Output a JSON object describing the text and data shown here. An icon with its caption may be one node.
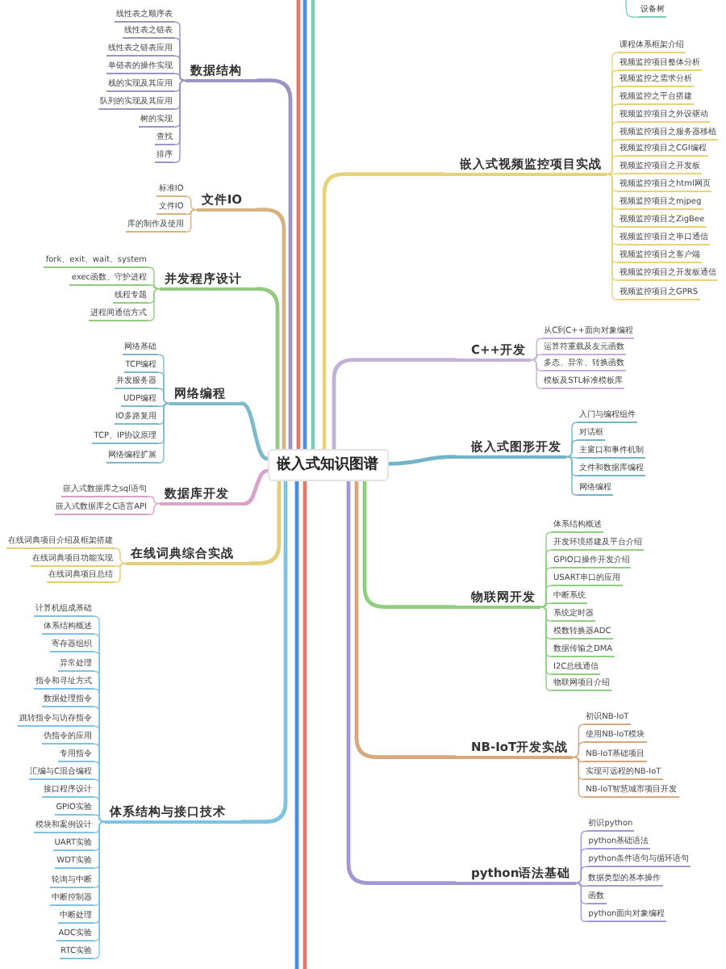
{
  "diagram": {
    "nodes": [
      {
        "text": [
          "嵌入式知识图谱"
        ]
      },
      {
        "text": [
          "数据结构"
        ]
      },
      {
        "text": [
          "线性表之顺序表"
        ]
      },
      {
        "text": [
          "线性表之链表"
        ]
      },
      {
        "text": [
          "线性表之链表应用"
        ]
      },
      {
        "text": [
          "单链表的操作实现"
        ]
      },
      {
        "text": [
          "栈的实现及其应用"
        ]
      },
      {
        "text": [
          "队列的实现及其应用"
        ]
      },
      {
        "text": [
          "树的实现"
        ]
      },
      {
        "text": [
          "查找"
        ]
      },
      {
        "text": [
          "排序"
        ]
      },
      {
        "text": [
          "文件IO"
        ]
      },
      {
        "text": [
          "标准IO"
        ]
      },
      {
        "text": [
          "文件IO"
        ]
      },
      {
        "text": [
          "库的制作及使用"
        ]
      },
      {
        "text": [
          "并发程序设计"
        ]
      },
      {
        "text": [
          "fork、exit、wait、system"
        ]
      },
      {
        "text": [
          "exec函数、守护进程"
        ]
      },
      {
        "text": [
          "线程专题"
        ]
      },
      {
        "text": [
          "进程间通信方式"
        ]
      },
      {
        "text": [
          "网络编程"
        ]
      },
      {
        "text": [
          "网络基础"
        ]
      },
      {
        "text": [
          "TCP编程"
        ]
      },
      {
        "text": [
          "并发服务器"
        ]
      },
      {
        "text": [
          "UDP编程"
        ]
      },
      {
        "text": [
          "IO多路复用"
        ]
      },
      {
        "text": [
          "TCP、IP协议原理"
        ]
      },
      {
        "text": [
          "网络编程扩展"
        ]
      },
      {
        "text": [
          "数据库开发"
        ]
      },
      {
        "text": [
          "嵌入式数据库之sql语句"
        ]
      },
      {
        "text": [
          "嵌入式数据库之C语言API"
        ]
      },
      {
        "text": [
          "在线词典综合实战"
        ]
      },
      {
        "text": [
          "在线词典项目介绍及框架搭建"
        ]
      },
      {
        "text": [
          "在线词典项目功能实现"
        ]
      },
      {
        "text": [
          "在线词典项目总结"
        ]
      },
      {
        "text": [
          "体系结构与接口技术"
        ]
      },
      {
        "text": [
          "计算机组成基础"
        ]
      },
      {
        "text": [
          "体系结构概述"
        ]
      },
      {
        "text": [
          "寄存器组织"
        ]
      },
      {
        "text": [
          "异常处理"
        ]
      },
      {
        "text": [
          "指令和寻址方式"
        ]
      },
      {
        "text": [
          "数据处理指令"
        ]
      },
      {
        "text": [
          "跳转指令与访存指令"
        ]
      },
      {
        "text": [
          "伪指令的应用"
        ]
      },
      {
        "text": [
          "专用指令"
        ]
      },
      {
        "text": [
          "汇编与C混合编程"
        ]
      },
      {
        "text": [
          "接口程序设计"
        ]
      },
      {
        "text": [
          "GPIO实验"
        ]
      },
      {
        "text": [
          "模块和案例设计"
        ]
      },
      {
        "text": [
          "UART实验"
        ]
      },
      {
        "text": [
          "WDT实验"
        ]
      },
      {
        "text": [
          "轮询与中断"
        ]
      },
      {
        "text": [
          "中断控制器"
        ]
      },
      {
        "text": [
          "中断处理"
        ]
      },
      {
        "text": [
          "ADC实验"
        ]
      },
      {
        "text": [
          "RTC实验"
        ]
      },
      {
        "text": [
          "嵌入式视频监控项目实战"
        ]
      },
      {
        "text": [
          "课程体系框架介绍"
        ]
      },
      {
        "text": [
          "视频监控项目整体分析"
        ]
      },
      {
        "text": [
          "视频监控之需求分析"
        ]
      },
      {
        "text": [
          "视频监控之平台搭建"
        ]
      },
      {
        "text": [
          "视频监控项目之外设驱动"
        ]
      },
      {
        "text": [
          "视频监控项目之服务器移植"
        ]
      },
      {
        "text": [
          "视频监控项目之CGI编程"
        ]
      },
      {
        "text": [
          "视频监控项目之开发板"
        ]
      },
      {
        "text": [
          "视频监控项目之html网页"
        ]
      },
      {
        "text": [
          "视频监控项目之mjpeg"
        ]
      },
      {
        "text": [
          "视频监控项目之ZigBee"
        ]
      },
      {
        "text": [
          "视频监控项目之串口通信"
        ]
      },
      {
        "text": [
          "视频监控项目之客户端"
        ]
      },
      {
        "text": [
          "视频监控项目之开发板通信"
        ]
      },
      {
        "text": [
          "视频监控项目之GPRS"
        ]
      },
      {
        "text": [
          "C++开发"
        ]
      },
      {
        "text": [
          "从C到C++面向对象编程"
        ]
      },
      {
        "text": [
          "运算符重载及友元函数"
        ]
      },
      {
        "text": [
          "多态、异常、转换函数"
        ]
      },
      {
        "text": [
          "模板及STL标准模板库"
        ]
      },
      {
        "text": [
          "嵌入式图形开发"
        ]
      },
      {
        "text": [
          "入门与编程组件"
        ]
      },
      {
        "text": [
          "对话框"
        ]
      },
      {
        "text": [
          "主窗口和事件机制"
        ]
      },
      {
        "text": [
          "文件和数据库编程"
        ]
      },
      {
        "text": [
          "网络编程"
        ]
      },
      {
        "text": [
          "物联网开发"
        ]
      },
      {
        "text": [
          "体系结构概述"
        ]
      },
      {
        "text": [
          "开发环境搭建及平台介绍"
        ]
      },
      {
        "text": [
          "GPIO口操作开发介绍"
        ]
      },
      {
        "text": [
          "USART串口的应用"
        ]
      },
      {
        "text": [
          "中断系统"
        ]
      },
      {
        "text": [
          "系统定时器"
        ]
      },
      {
        "text": [
          "模数转换器ADC"
        ]
      },
      {
        "text": [
          "数据传输之DMA"
        ]
      },
      {
        "text": [
          "I2C总线通信"
        ]
      },
      {
        "text": [
          "物联网项目介绍"
        ]
      },
      {
        "text": [
          "NB-IoT开发实战"
        ]
      },
      {
        "text": [
          "初识NB-IoT"
        ]
      },
      {
        "text": [
          "使用NB-IoT模块"
        ]
      },
      {
        "text": [
          "NB-IoT基础项目"
        ]
      },
      {
        "text": [
          "实现可远程的NB-IoT"
        ]
      },
      {
        "text": [
          "NB-IoT智慧城市项目开发"
        ]
      },
      {
        "text": [
          "python语法基础"
        ]
      },
      {
        "text": [
          "初识python"
        ]
      },
      {
        "text": [
          "python基础语法"
        ]
      },
      {
        "text": [
          "python条件语句与循环语句"
        ]
      },
      {
        "text": [
          "数据类型的基本操作"
        ]
      },
      {
        "text": [
          "函数"
        ]
      },
      {
        "text": [
          "python面向对象编程"
        ]
      },
      {
        "text": [
          "设备树"
        ]
      }
    ],
    "edges": [
      {
        "from": 0,
        "to": 1,
        "arrow": "none",
        "style": "thick",
        "color": "#9d93c4"
      },
      {
        "from": 0,
        "to": 11,
        "arrow": "none",
        "style": "thick",
        "color": "#d8b382"
      },
      {
        "from": 0,
        "to": 15,
        "arrow": "none",
        "style": "thick",
        "color": "#93c981"
      },
      {
        "from": 0,
        "to": 20,
        "arrow": "none",
        "style": "thick",
        "color": "#7db8cc"
      },
      {
        "from": 0,
        "to": 28,
        "arrow": "none",
        "style": "thick",
        "color": "#d9a3c9"
      },
      {
        "from": 0,
        "to": 31,
        "arrow": "none",
        "style": "thick",
        "color": "#e3cf78"
      },
      {
        "from": 0,
        "to": 35,
        "arrow": "none",
        "style": "thick",
        "color": "#7ec4e2"
      },
      {
        "from": 0,
        "to": 56,
        "arrow": "none",
        "style": "thick",
        "color": "#e6d47c"
      },
      {
        "from": 0,
        "to": 72,
        "arrow": "none",
        "style": "thick",
        "color": "#c3b1d8"
      },
      {
        "from": 0,
        "to": 77,
        "arrow": "none",
        "style": "thick",
        "color": "#72b5ca"
      },
      {
        "from": 0,
        "to": 83,
        "arrow": "none",
        "style": "thick",
        "color": "#8ecf80"
      },
      {
        "from": 0,
        "to": 94,
        "arrow": "none",
        "style": "thick",
        "color": "#d8a77c"
      },
      {
        "from": 0,
        "to": 100,
        "arrow": "none",
        "style": "thick",
        "color": "#a497d3"
      },
      {
        "from": 1,
        "to": 2,
        "arrow": "none",
        "color": "#9d93c4"
      },
      {
        "from": 1,
        "to": 3,
        "arrow": "none",
        "color": "#9d93c4"
      },
      {
        "from": 1,
        "to": 4,
        "arrow": "none",
        "color": "#9d93c4"
      },
      {
        "from": 1,
        "to": 5,
        "arrow": "none",
        "color": "#9d93c4"
      },
      {
        "from": 1,
        "to": 6,
        "arrow": "none",
        "color": "#9d93c4"
      },
      {
        "from": 1,
        "to": 7,
        "arrow": "none",
        "color": "#9d93c4"
      },
      {
        "from": 1,
        "to": 8,
        "arrow": "none",
        "color": "#9d93c4"
      },
      {
        "from": 1,
        "to": 9,
        "arrow": "none",
        "color": "#9d93c4"
      },
      {
        "from": 1,
        "to": 10,
        "arrow": "none",
        "color": "#9d93c4"
      },
      {
        "from": 11,
        "to": 12,
        "arrow": "none",
        "color": "#d8b382"
      },
      {
        "from": 11,
        "to": 13,
        "arrow": "none",
        "color": "#d8b382"
      },
      {
        "from": 11,
        "to": 14,
        "arrow": "none",
        "color": "#d8b382"
      },
      {
        "from": 15,
        "to": 16,
        "arrow": "none",
        "color": "#93c981"
      },
      {
        "from": 15,
        "to": 17,
        "arrow": "none",
        "color": "#93c981"
      },
      {
        "from": 15,
        "to": 18,
        "arrow": "none",
        "color": "#93c981"
      },
      {
        "from": 15,
        "to": 19,
        "arrow": "none",
        "color": "#93c981"
      },
      {
        "from": 20,
        "to": 21,
        "arrow": "none",
        "color": "#7db8cc"
      },
      {
        "from": 20,
        "to": 22,
        "arrow": "none",
        "color": "#7db8cc"
      },
      {
        "from": 20,
        "to": 23,
        "arrow": "none",
        "color": "#7db8cc"
      },
      {
        "from": 20,
        "to": 24,
        "arrow": "none",
        "color": "#7db8cc"
      },
      {
        "from": 20,
        "to": 25,
        "arrow": "none",
        "color": "#7db8cc"
      },
      {
        "from": 20,
        "to": 26,
        "arrow": "none",
        "color": "#7db8cc"
      },
      {
        "from": 20,
        "to": 27,
        "arrow": "none",
        "color": "#7db8cc"
      },
      {
        "from": 28,
        "to": 29,
        "arrow": "none",
        "color": "#d9a3c9"
      },
      {
        "from": 28,
        "to": 30,
        "arrow": "none",
        "color": "#d9a3c9"
      },
      {
        "from": 31,
        "to": 32,
        "arrow": "none",
        "color": "#e3cf78"
      },
      {
        "from": 31,
        "to": 33,
        "arrow": "none",
        "color": "#e3cf78"
      },
      {
        "from": 31,
        "to": 34,
        "arrow": "none",
        "color": "#e3cf78"
      },
      {
        "from": 35,
        "to": 36,
        "arrow": "none",
        "color": "#7ec4e2"
      },
      {
        "from": 35,
        "to": 37,
        "arrow": "none",
        "color": "#7ec4e2"
      },
      {
        "from": 35,
        "to": 38,
        "arrow": "none",
        "color": "#7ec4e2"
      },
      {
        "from": 35,
        "to": 39,
        "arrow": "none",
        "color": "#7ec4e2"
      },
      {
        "from": 35,
        "to": 40,
        "arrow": "none",
        "color": "#7ec4e2"
      },
      {
        "from": 35,
        "to": 41,
        "arrow": "none",
        "color": "#7ec4e2"
      },
      {
        "from": 35,
        "to": 42,
        "arrow": "none",
        "color": "#7ec4e2"
      },
      {
        "from": 35,
        "to": 43,
        "arrow": "none",
        "color": "#7ec4e2"
      },
      {
        "from": 35,
        "to": 44,
        "arrow": "none",
        "color": "#7ec4e2"
      },
      {
        "from": 35,
        "to": 45,
        "arrow": "none",
        "color": "#7ec4e2"
      },
      {
        "from": 35,
        "to": 46,
        "arrow": "none",
        "color": "#7ec4e2"
      },
      {
        "from": 35,
        "to": 47,
        "arrow": "none",
        "color": "#7ec4e2"
      },
      {
        "from": 35,
        "to": 48,
        "arrow": "none",
        "color": "#7ec4e2"
      },
      {
        "from": 35,
        "to": 49,
        "arrow": "none",
        "color": "#7ec4e2"
      },
      {
        "from": 35,
        "to": 50,
        "arrow": "none",
        "color": "#7ec4e2"
      },
      {
        "from": 35,
        "to": 51,
        "arrow": "none",
        "color": "#7ec4e2"
      },
      {
        "from": 35,
        "to": 52,
        "arrow": "none",
        "color": "#7ec4e2"
      },
      {
        "from": 35,
        "to": 53,
        "arrow": "none",
        "color": "#7ec4e2"
      },
      {
        "from": 35,
        "to": 54,
        "arrow": "none",
        "color": "#7ec4e2"
      },
      {
        "from": 35,
        "to": 55,
        "arrow": "none",
        "color": "#7ec4e2"
      },
      {
        "from": 56,
        "to": 57,
        "arrow": "none",
        "color": "#e6d47c"
      },
      {
        "from": 56,
        "to": 58,
        "arrow": "none",
        "color": "#e6d47c"
      },
      {
        "from": 56,
        "to": 59,
        "arrow": "none",
        "color": "#e6d47c"
      },
      {
        "from": 56,
        "to": 60,
        "arrow": "none",
        "color": "#e6d47c"
      },
      {
        "from": 56,
        "to": 61,
        "arrow": "none",
        "color": "#e6d47c"
      },
      {
        "from": 56,
        "to": 62,
        "arrow": "none",
        "color": "#e6d47c"
      },
      {
        "from": 56,
        "to": 63,
        "arrow": "none",
        "color": "#e6d47c"
      },
      {
        "from": 56,
        "to": 64,
        "arrow": "none",
        "color": "#e6d47c"
      },
      {
        "from": 56,
        "to": 65,
        "arrow": "none",
        "color": "#e6d47c"
      },
      {
        "from": 56,
        "to": 66,
        "arrow": "none",
        "color": "#e6d47c"
      },
      {
        "from": 56,
        "to": 67,
        "arrow": "none",
        "color": "#e6d47c"
      },
      {
        "from": 56,
        "to": 68,
        "arrow": "none",
        "color": "#e6d47c"
      },
      {
        "from": 56,
        "to": 69,
        "arrow": "none",
        "color": "#e6d47c"
      },
      {
        "from": 56,
        "to": 70,
        "arrow": "none",
        "color": "#e6d47c"
      },
      {
        "from": 56,
        "to": 71,
        "arrow": "none",
        "color": "#e6d47c"
      },
      {
        "from": 72,
        "to": 73,
        "arrow": "none",
        "color": "#c3b1d8"
      },
      {
        "from": 72,
        "to": 74,
        "arrow": "none",
        "color": "#c3b1d8"
      },
      {
        "from": 72,
        "to": 75,
        "arrow": "none",
        "color": "#c3b1d8"
      },
      {
        "from": 72,
        "to": 76,
        "arrow": "none",
        "color": "#c3b1d8"
      },
      {
        "from": 77,
        "to": 78,
        "arrow": "none",
        "color": "#72b5ca"
      },
      {
        "from": 77,
        "to": 79,
        "arrow": "none",
        "color": "#72b5ca"
      },
      {
        "from": 77,
        "to": 80,
        "arrow": "none",
        "color": "#72b5ca"
      },
      {
        "from": 77,
        "to": 81,
        "arrow": "none",
        "color": "#72b5ca"
      },
      {
        "from": 77,
        "to": 82,
        "arrow": "none",
        "color": "#72b5ca"
      },
      {
        "from": 83,
        "to": 84,
        "arrow": "none",
        "color": "#8ecf80"
      },
      {
        "from": 83,
        "to": 85,
        "arrow": "none",
        "color": "#8ecf80"
      },
      {
        "from": 83,
        "to": 86,
        "arrow": "none",
        "color": "#8ecf80"
      },
      {
        "from": 83,
        "to": 87,
        "arrow": "none",
        "color": "#8ecf80"
      },
      {
        "from": 83,
        "to": 88,
        "arrow": "none",
        "color": "#8ecf80"
      },
      {
        "from": 83,
        "to": 89,
        "arrow": "none",
        "color": "#8ecf80"
      },
      {
        "from": 83,
        "to": 90,
        "arrow": "none",
        "color": "#8ecf80"
      },
      {
        "from": 83,
        "to": 91,
        "arrow": "none",
        "color": "#8ecf80"
      },
      {
        "from": 83,
        "to": 92,
        "arrow": "none",
        "color": "#8ecf80"
      },
      {
        "from": 83,
        "to": 93,
        "arrow": "none",
        "color": "#8ecf80"
      },
      {
        "from": 94,
        "to": 95,
        "arrow": "none",
        "color": "#d8a77c"
      },
      {
        "from": 94,
        "to": 96,
        "arrow": "none",
        "color": "#d8a77c"
      },
      {
        "from": 94,
        "to": 97,
        "arrow": "none",
        "color": "#d8a77c"
      },
      {
        "from": 94,
        "to": 98,
        "arrow": "none",
        "color": "#d8a77c"
      },
      {
        "from": 94,
        "to": 99,
        "arrow": "none",
        "color": "#d8a77c"
      },
      {
        "from": 100,
        "to": 101,
        "arrow": "none",
        "color": "#a497d3"
      },
      {
        "from": 100,
        "to": 102,
        "arrow": "none",
        "color": "#a497d3"
      },
      {
        "from": 100,
        "to": 103,
        "arrow": "none",
        "color": "#a497d3"
      },
      {
        "from": 100,
        "to": 104,
        "arrow": "none",
        "color": "#a497d3"
      },
      {
        "from": 100,
        "to": 105,
        "arrow": "none",
        "color": "#a497d3"
      },
      {
        "from": 100,
        "to": 106,
        "arrow": "none",
        "color": "#a497d3"
      },
      {
        "from": null,
        "to": 107,
        "arrow": "none",
        "color": "#7fcbbb"
      },
      {
        "from": 0,
        "to": null,
        "arrow": "none",
        "style": "thick",
        "color": "#e07c6c"
      },
      {
        "from": 0,
        "to": null,
        "arrow": "none",
        "style": "thick",
        "color": "#4f8fd8"
      },
      {
        "from": 0,
        "to": null,
        "arrow": "none",
        "style": "thick",
        "color": "#7fcbbb"
      },
      {
        "from": 0,
        "to": null,
        "arrow": "none",
        "style": "thick",
        "color": "#4f8fd8"
      },
      {
        "from": 0,
        "to": null,
        "arrow": "none",
        "style": "thick",
        "color": "#e07c6c"
      }
    ]
  }
}
